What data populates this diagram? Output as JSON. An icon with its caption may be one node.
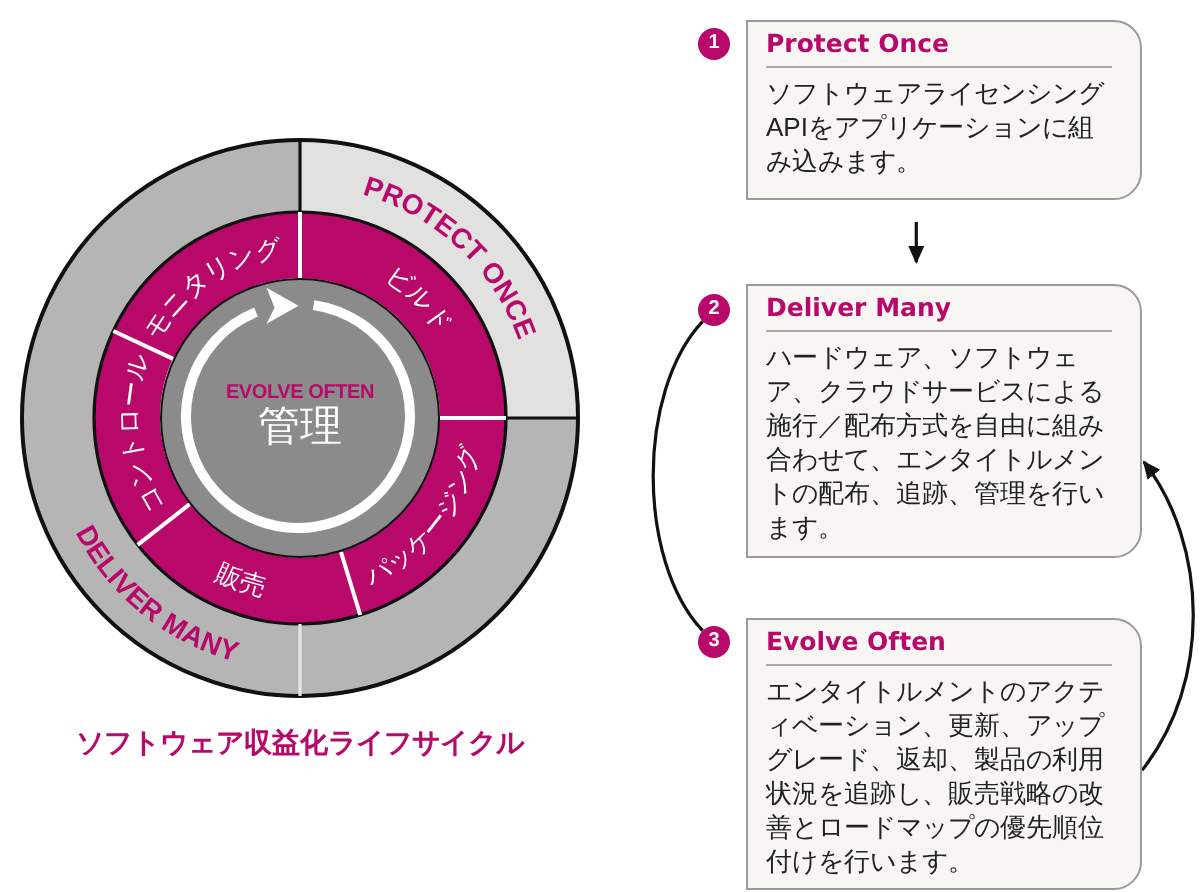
{
  "diagram": {
    "caption": "ソフトウェア収益化ライフサイクル",
    "nodes": [
      {
        "text": [
          "PROTECT ONCE"
        ]
      },
      {
        "text": [
          "DELIVER MANY"
        ]
      },
      {
        "text": [
          "ビルド"
        ]
      },
      {
        "text": [
          "パッケージング"
        ]
      },
      {
        "text": [
          "販売"
        ]
      },
      {
        "text": [
          "コントロール"
        ]
      },
      {
        "text": [
          "モニタリング"
        ]
      },
      {
        "text": [
          "EVOLVE OFTEN",
          "管理"
        ]
      },
      {
        "text": [
          "1"
        ]
      },
      {
        "text": [
          "Protect Once",
          "ソフトウェアライセンシングAPIをアプリケーションに組み込みます。"
        ]
      },
      {
        "text": [
          "2"
        ]
      },
      {
        "text": [
          "Deliver Many",
          "ハードウェア、ソフトウェア、クラウドサービスによる施行／配布方式を自由に組み合わせて、エンタイトルメントの配布、追跡、管理を行います。"
        ]
      },
      {
        "text": [
          "3"
        ]
      },
      {
        "text": [
          "Evolve Often",
          "エンタイトルメントのアクティベーション、更新、アップグレード、返却、製品の利用状況を追跡し、販売戦略の改善とロードマップの優先順位付けを行います。"
        ]
      }
    ],
    "edges": [
      {
        "from": 9,
        "to": 11,
        "arrow": "to"
      },
      {
        "from": 10,
        "to": 12,
        "arrow": "none"
      },
      {
        "from": 13,
        "to": 11,
        "arrow": "to"
      }
    ]
  }
}
